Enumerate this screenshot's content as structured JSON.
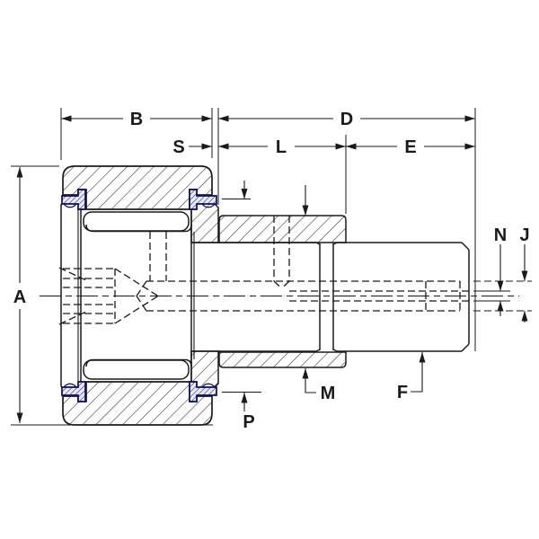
{
  "labels": {
    "A": "A",
    "B": "B",
    "S": "S",
    "D": "D",
    "L": "L",
    "E": "E",
    "N": "N",
    "J": "J",
    "M": "M",
    "F": "F",
    "P": "P"
  },
  "colors": {
    "line": "#1a1a1a",
    "hatch": "#2b2b2b",
    "seal_outline": "#0f0f52",
    "seal_hatch": "#4b4bb4",
    "seal_fill": "#eaeaf8",
    "background": "#ffffff"
  }
}
